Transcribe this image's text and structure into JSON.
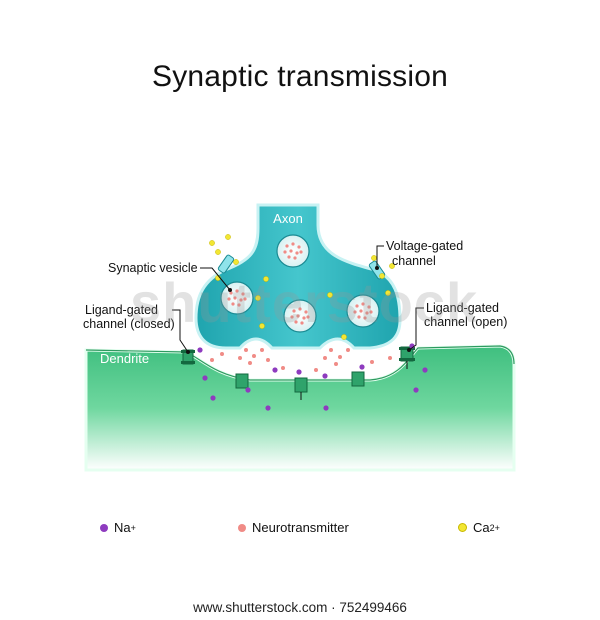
{
  "title": "Synaptic transmission",
  "labels": {
    "axon": "Axon",
    "dendrite": "Dendrite",
    "synaptic_vesicle": "Synaptic vesicle",
    "voltage_gated_line1": "Voltage-gated",
    "voltage_gated_line2": "channel",
    "ligand_closed_line1": "Ligand-gated",
    "ligand_closed_line2": "channel (closed)",
    "ligand_open_line1": "Ligand-gated",
    "ligand_open_line2": "channel (open)"
  },
  "legend": {
    "na": "Na",
    "na_sup": "+",
    "neurotransmitter": "Neurotransmitter",
    "ca": "Ca",
    "ca_sup": "2+"
  },
  "colors": {
    "axon": "#2ab5be",
    "dendrite": "#4bc98a",
    "na": "#8e3bbf",
    "neurotransmitter": "#f08b86",
    "ca": "#f2e633"
  },
  "watermark": "shutterstock",
  "footer": "www.shutterstock.com · 752499466"
}
